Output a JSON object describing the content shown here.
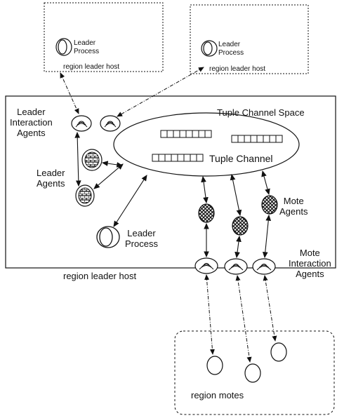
{
  "labels": {
    "remote_host_1_process": "Leader\nProcess",
    "remote_host_1_caption": "region leader host",
    "remote_host_2_process": "Leader\nProcess",
    "remote_host_2_caption": "region leader host",
    "leader_interaction_agents": "Leader\nInteraction\nAgents",
    "tuple_channel_space": "Tuple Channel Space",
    "tuple_channel": "Tuple Channel",
    "leader_agents": "Leader\nAgents",
    "leader_process": "Leader\nProcess",
    "mote_agents": "Mote\nAgents",
    "mote_interaction_agents": "Mote\nInteraction\nAgents",
    "region_leader_host": "region leader host",
    "region_motes": "region motes"
  },
  "colors": {
    "stroke": "#111111",
    "background": "#ffffff"
  }
}
